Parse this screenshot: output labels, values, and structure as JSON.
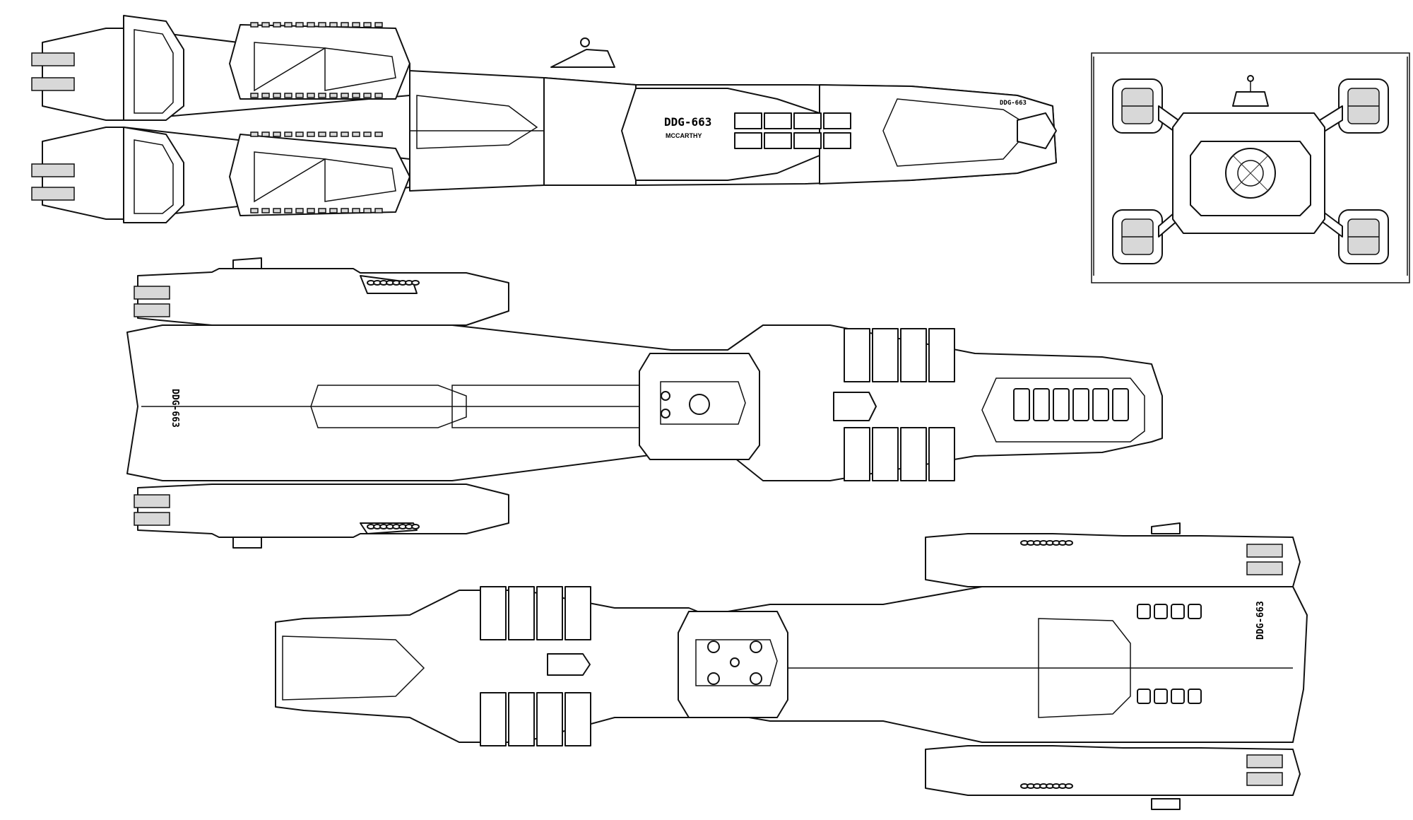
{
  "hull_number": "DDG-663",
  "ship_name": "MCCARTHY",
  "views": [
    {
      "id": "top"
    },
    {
      "id": "front"
    },
    {
      "id": "side"
    },
    {
      "id": "bottom"
    }
  ]
}
